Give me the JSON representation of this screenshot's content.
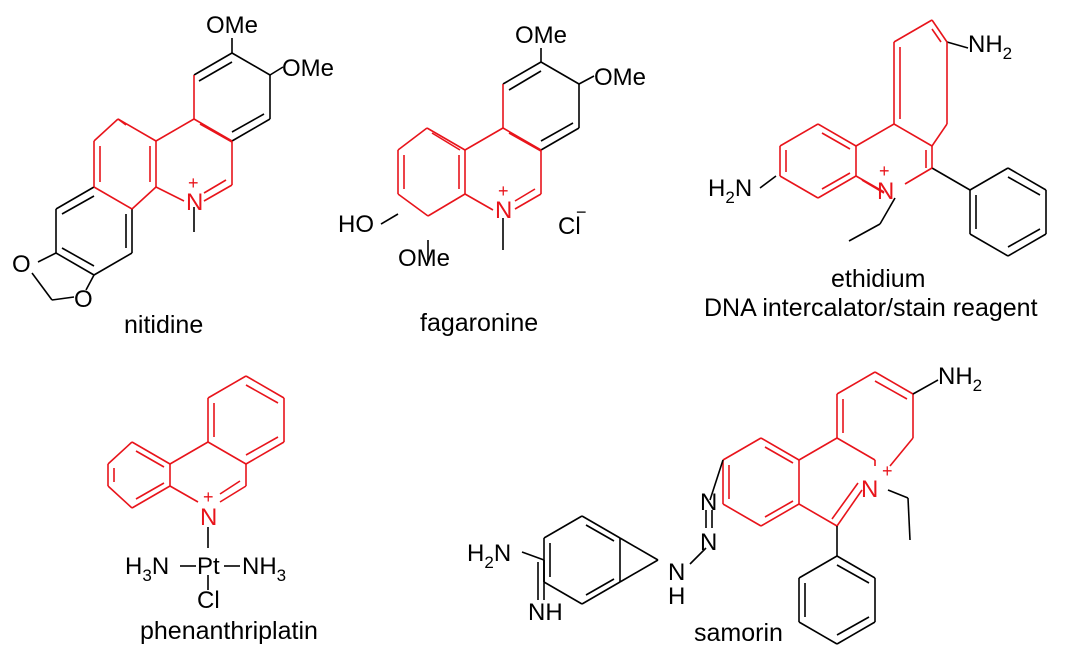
{
  "colors": {
    "core": "#e8141b",
    "ink": "#000000"
  },
  "compounds": [
    {
      "name": "nitidine",
      "labels": {
        "ome1": "OMe",
        "ome2": "OMe",
        "n": "N",
        "charge": "+",
        "o1": "O",
        "o2": "O"
      }
    },
    {
      "name": "fagaronine",
      "labels": {
        "ome1": "OMe",
        "ome2": "OMe",
        "ho": "HO",
        "ome3": "OMe",
        "n": "N",
        "charge": "+",
        "counterion": "Cl",
        "counter_charge": "−"
      }
    },
    {
      "name": "ethidium",
      "subtitle": "DNA intercalator/stain reagent",
      "labels": {
        "nh2_top": "NH",
        "nh2_top_sub": "2",
        "h2n_h": "H",
        "h2n_sub": "2",
        "h2n_n": "N",
        "n": "N",
        "charge": "+"
      }
    },
    {
      "name": "phenanthriplatin",
      "labels": {
        "n": "N",
        "charge": "+",
        "left_h": "H",
        "left_sub": "3",
        "left_n": "N",
        "pt": "Pt",
        "right_nh": "NH",
        "right_sub": "3",
        "cl": "Cl"
      }
    },
    {
      "name": "samorin",
      "labels": {
        "nh2_top": "NH",
        "nh2_top_sub": "2",
        "n": "N",
        "charge": "+",
        "h2n_h": "H",
        "h2n_sub": "2",
        "h2n_n": "N",
        "nh": "NH",
        "azo_n1": "N",
        "azo_n2": "N",
        "azo_n3": "N",
        "azo_h": "H"
      }
    }
  ]
}
